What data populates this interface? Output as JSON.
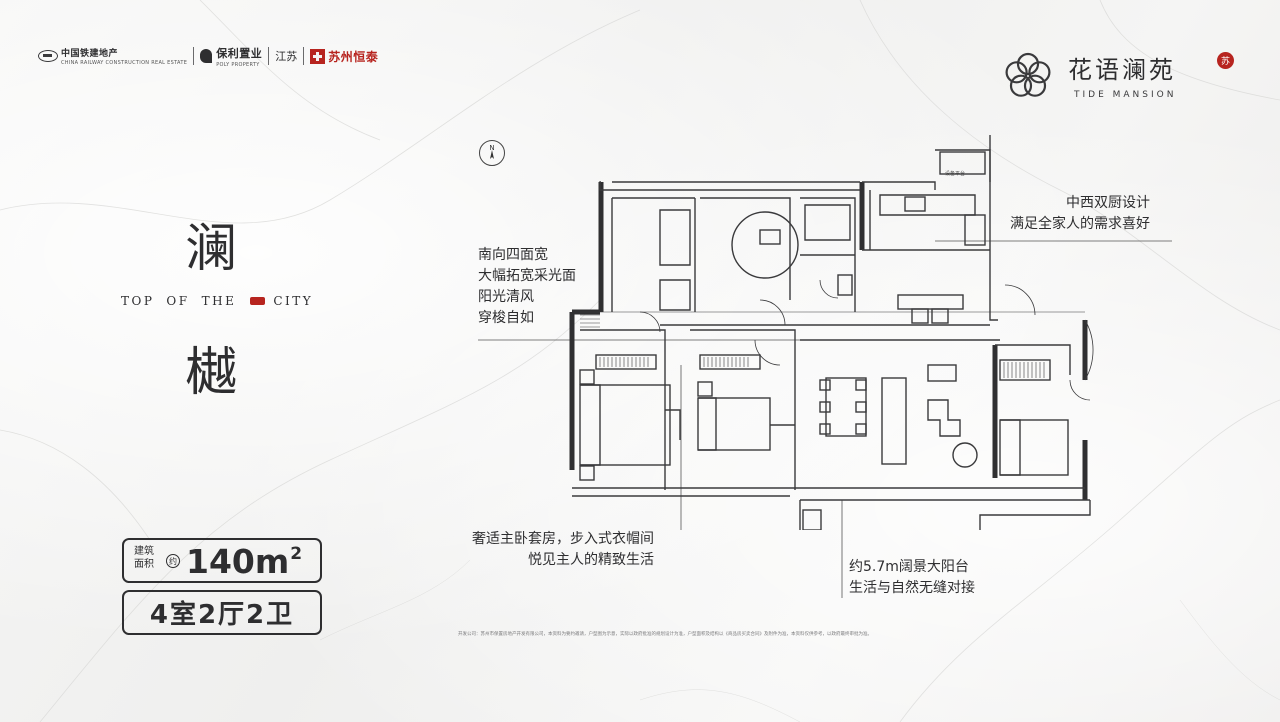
{
  "header": {
    "developer_1": {
      "name": "中国铁建地产",
      "sub": "CHINA RAILWAY CONSTRUCTION REAL ESTATE",
      "mark": "CRCC"
    },
    "developer_2": {
      "name": "保利置业",
      "sub": "POLY PROPERTY",
      "region": "江苏"
    },
    "developer_3": {
      "name": "苏州恒泰"
    }
  },
  "brand": {
    "name": "花语澜苑",
    "seal": "苏",
    "english": "TIDE MANSION"
  },
  "title": {
    "char_1": "澜",
    "char_2": "樾",
    "tagline_parts": [
      "TOP",
      "OF",
      "THE",
      "CITY"
    ]
  },
  "unit": {
    "area_label_1": "建筑",
    "area_label_2": "面积",
    "area_approx": "约",
    "area_value": "140m",
    "area_sup": "2",
    "layout": "4室2厅2卫"
  },
  "annotations": {
    "south": [
      "南向四面宽",
      "大幅拓宽采光面",
      "阳光清风",
      "穿梭自如"
    ],
    "kitchen": [
      "中西双厨设计",
      "满足全家人的需求喜好"
    ],
    "master": [
      "奢适主卧套房，步入式衣帽间",
      "悦见主人的精致生活"
    ],
    "balcony": [
      "约5.7m阔景大阳台",
      "生活与自然无缝对接"
    ]
  },
  "plan": {
    "compass_label": "N",
    "equipment_platform": "设备平台"
  },
  "disclaimer": "开发公司：苏州市保置房地产开发有限公司，本资料为要约邀请，户型图为示意，实际以政府批准的规划设计为准，户型面积及结构以《商品房买卖合同》及附件为准，本资料仅供参考，以政府最终审批为准。"
}
